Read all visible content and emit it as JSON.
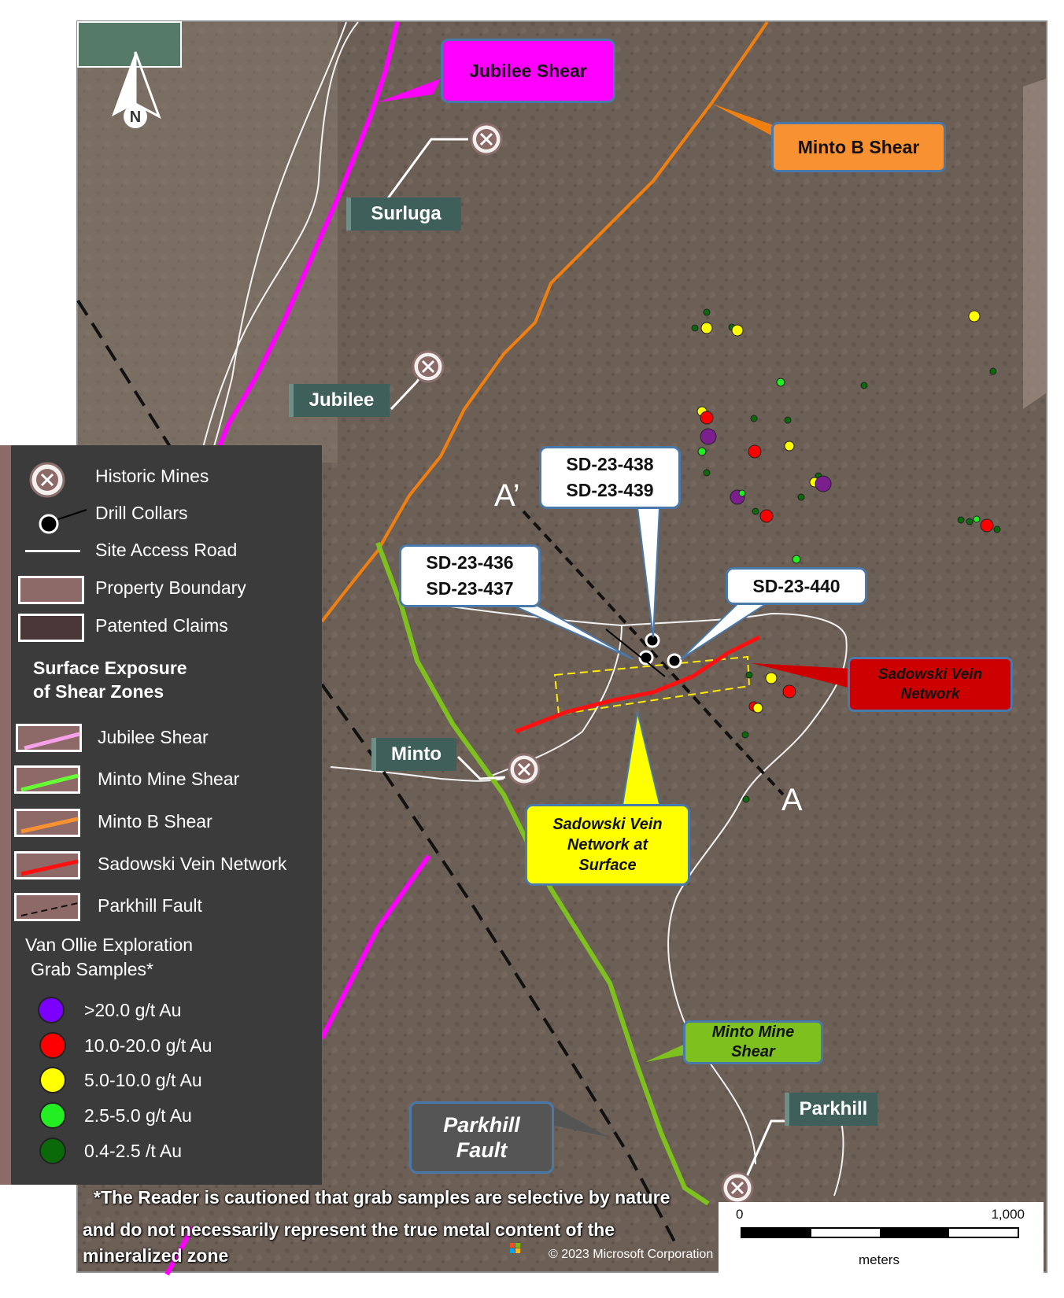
{
  "map": {
    "north_label": "N",
    "shears": {
      "jubilee": "Jubilee Shear",
      "minto_b": "Minto B Shear",
      "sadowski": [
        "Sadowski Vein",
        "Network"
      ],
      "sadowski_surface": [
        "Sadowski Vein",
        "Network at",
        "Surface"
      ],
      "minto_mine": [
        "Minto Mine",
        "Shear"
      ],
      "parkhill": [
        "Parkhill",
        "Fault"
      ]
    },
    "locations": {
      "surluga": "Surluga",
      "jubilee": "Jubilee",
      "minto": "Minto",
      "parkhill": "Parkhill"
    },
    "drill_labels": {
      "d438": [
        "SD-23-438",
        "SD-23-439"
      ],
      "d436": [
        "SD-23-436",
        "SD-23-437"
      ],
      "d440": "SD-23-440"
    },
    "section": {
      "a": "A",
      "a_prime": "A’"
    },
    "copyright": "© 2023 Microsoft Corporation"
  },
  "legend": {
    "historic_mines": "Historic Mines",
    "drill_collars": "Drill Collars",
    "site_access_road": "Site Access Road",
    "property_boundary": "Property Boundary",
    "patented_claims": "Patented Claims",
    "surface_heading": [
      "Surface Exposure",
      "of Shear Zones"
    ],
    "jubilee_shear": "Jubilee Shear",
    "minto_mine_shear": "Minto Mine Shear",
    "minto_b_shear": "Minto B Shear",
    "sadowski_vein": "Sadowski Vein Network",
    "parkhill_fault": "Parkhill Fault",
    "samples_heading": [
      "Van Ollie Exploration",
      "Grab Samples*"
    ],
    "grades": [
      {
        "label": ">20.0 g/t Au",
        "color": "#7b00ff"
      },
      {
        "label": "10.0-20.0 g/t Au",
        "color": "#ff0000"
      },
      {
        "label": "5.0-10.0 g/t Au",
        "color": "#ffff00"
      },
      {
        "label": "2.5-5.0  g/t Au",
        "color": "#22ee22"
      },
      {
        "label": "0.4-2.5  /t Au",
        "color": "#0a6a0a"
      }
    ]
  },
  "note": [
    "*The Reader is cautioned that grab samples are selective by nature",
    "and do not necessarily represent the true metal content of the",
    "mineralized zone"
  ],
  "scale": {
    "start": "0",
    "end": "1,000",
    "unit": "meters"
  },
  "colors": {
    "jubilee": "#ff00ff",
    "minto_mine": "#7ec11f",
    "minto_b": "#f07f12",
    "sadowski": "#ff1010",
    "terrain": "#6b5e55"
  }
}
